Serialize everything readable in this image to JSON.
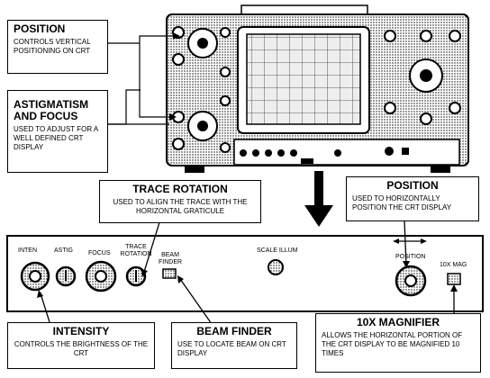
{
  "callouts": {
    "position_vertical": {
      "title": "POSITION",
      "desc": "CONTROLS VERTICAL POSITIONING ON CRT"
    },
    "astig_focus": {
      "title_line1": "ASTIGMATISM",
      "title_line2": "AND  FOCUS",
      "desc": "USED TO ADJUST FOR A WELL DEFINED CRT DISPLAY"
    },
    "trace_rotation": {
      "title": "TRACE ROTATION",
      "desc": "USED TO ALIGN THE TRACE WITH THE HORIZONTAL GRATICULE"
    },
    "position_horizontal": {
      "title": "POSITION",
      "desc": "USED TO HORIZONTALLY POSITION THE CRT DISPLAY"
    },
    "intensity": {
      "title": "INTENSITY",
      "desc": "CONTROLS THE BRIGHTNESS OF THE CRT"
    },
    "beam_finder": {
      "title": "BEAM  FINDER",
      "desc": "USE TO LOCATE BEAM ON CRT DISPLAY"
    },
    "magnifier": {
      "title": "10X MAGNIFIER",
      "desc": "ALLOWS THE HORIZONTAL PORTION OF THE CRT DISPLAY TO BE MAGNIFIED 10 TIMES"
    }
  },
  "panel": {
    "inten": "INTEN",
    "astig": "ASTIG",
    "focus": "FOCUS",
    "trace_rotation_1": "TRACE",
    "trace_rotation_2": "ROTATION",
    "beam_finder_1": "BEAM",
    "beam_finder_2": "FINDER",
    "scale_illum": "SCALE ILLUM",
    "position": "POSITION",
    "mag": "10X MAG"
  }
}
